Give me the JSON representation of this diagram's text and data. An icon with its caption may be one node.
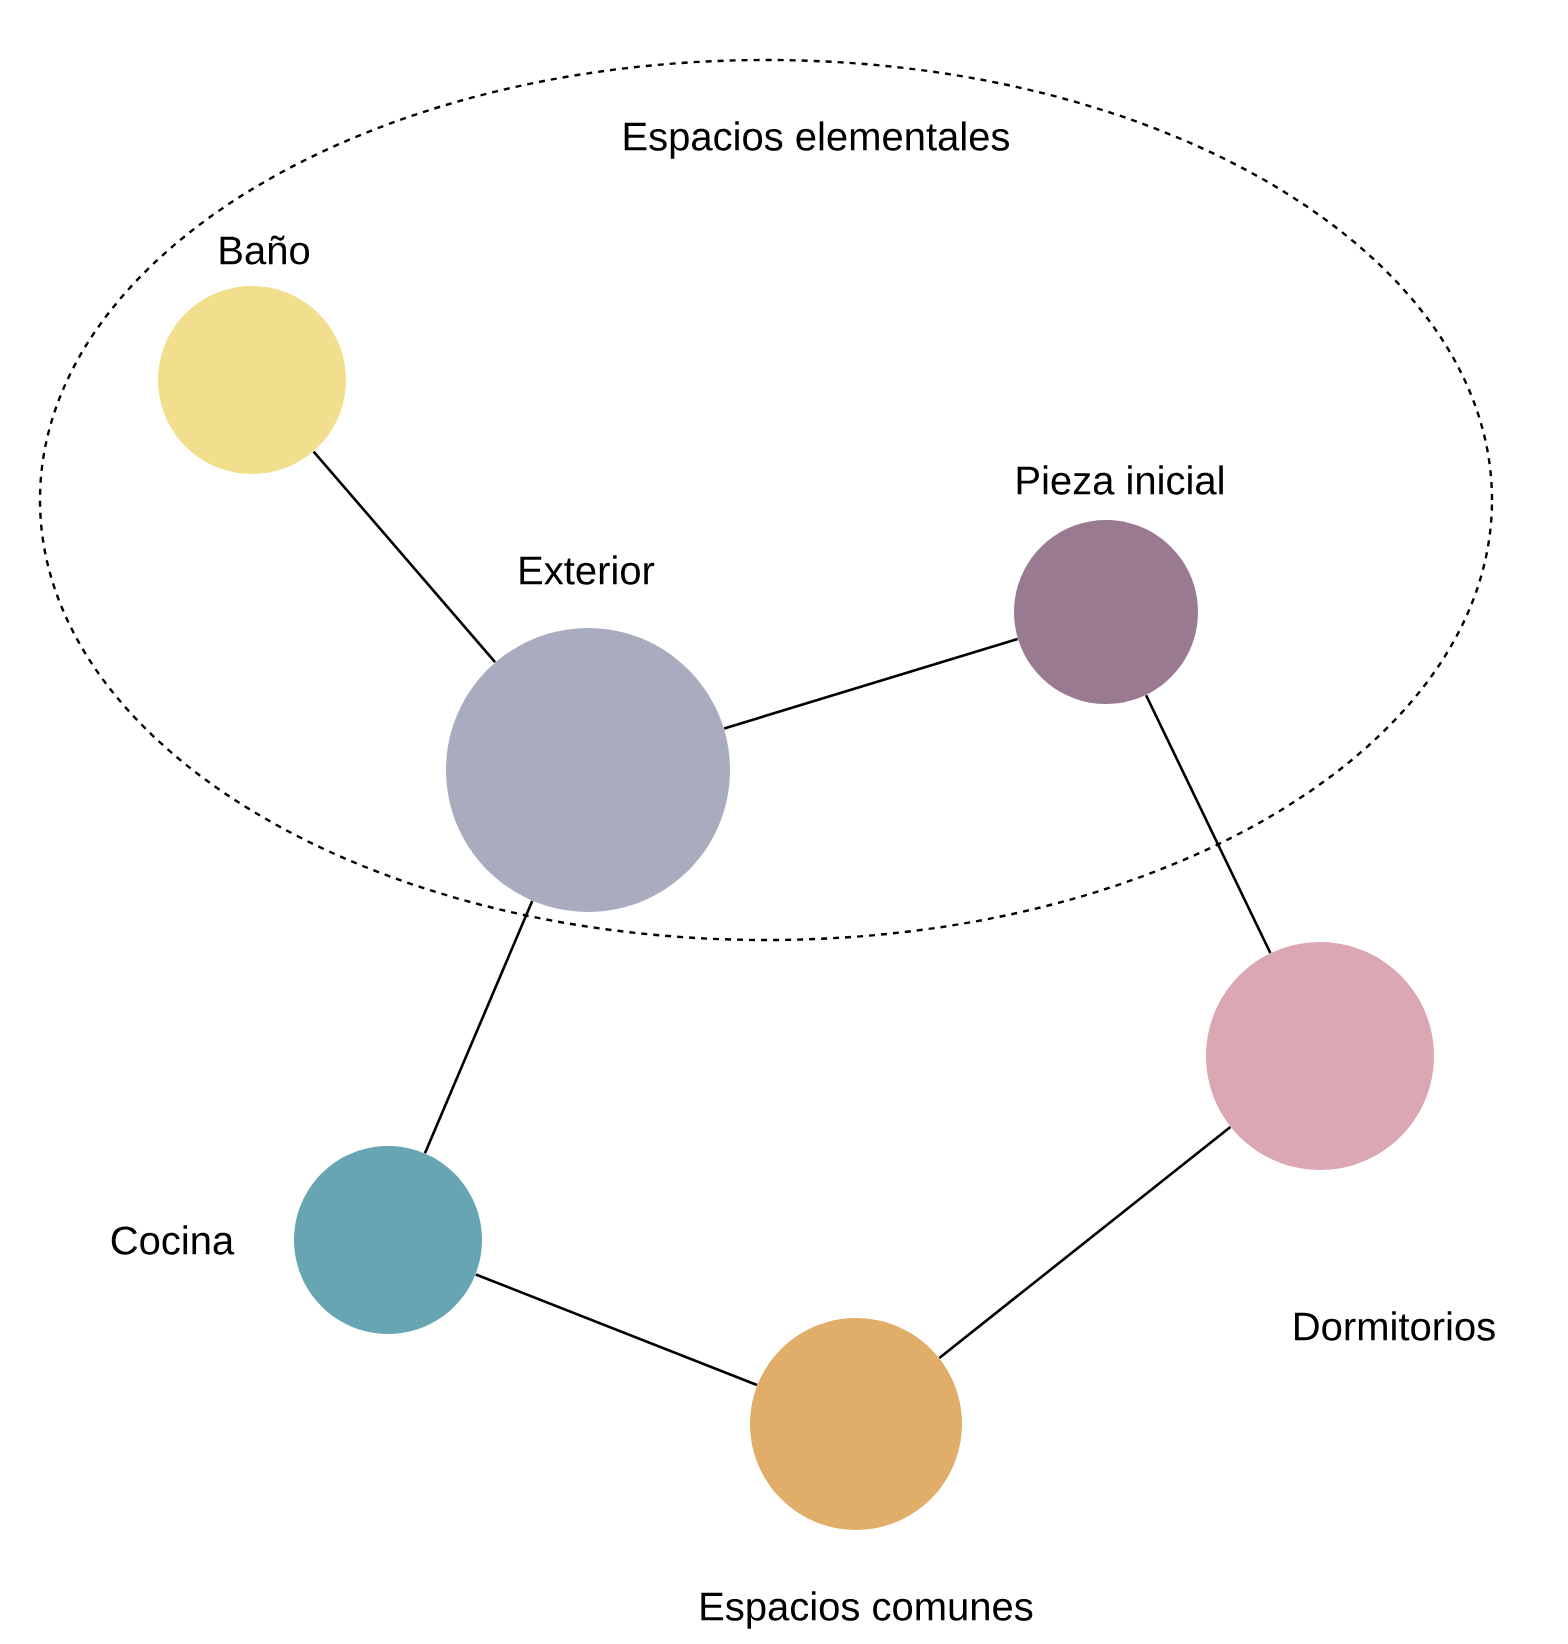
{
  "diagram": {
    "nodes": [
      {
        "text": [
          "Espacios elementales"
        ]
      },
      {
        "text": [
          "Baño"
        ],
        "in": 0
      },
      {
        "text": [
          "Exterior"
        ],
        "in": 0
      },
      {
        "text": [
          "Pieza inicial"
        ],
        "in": 0
      },
      {
        "text": [
          "Dormitorios"
        ]
      },
      {
        "text": [
          "Espacios comunes"
        ]
      },
      {
        "text": [
          "Cocina"
        ]
      }
    ],
    "edges": [
      {
        "from": 1,
        "to": 2,
        "arrow": "none"
      },
      {
        "from": 2,
        "to": 3,
        "arrow": "none"
      },
      {
        "from": 3,
        "to": 4,
        "arrow": "none"
      },
      {
        "from": 2,
        "to": 6,
        "arrow": "none"
      },
      {
        "from": 6,
        "to": 5,
        "arrow": "none"
      },
      {
        "from": 5,
        "to": 4,
        "arrow": "none"
      }
    ]
  }
}
